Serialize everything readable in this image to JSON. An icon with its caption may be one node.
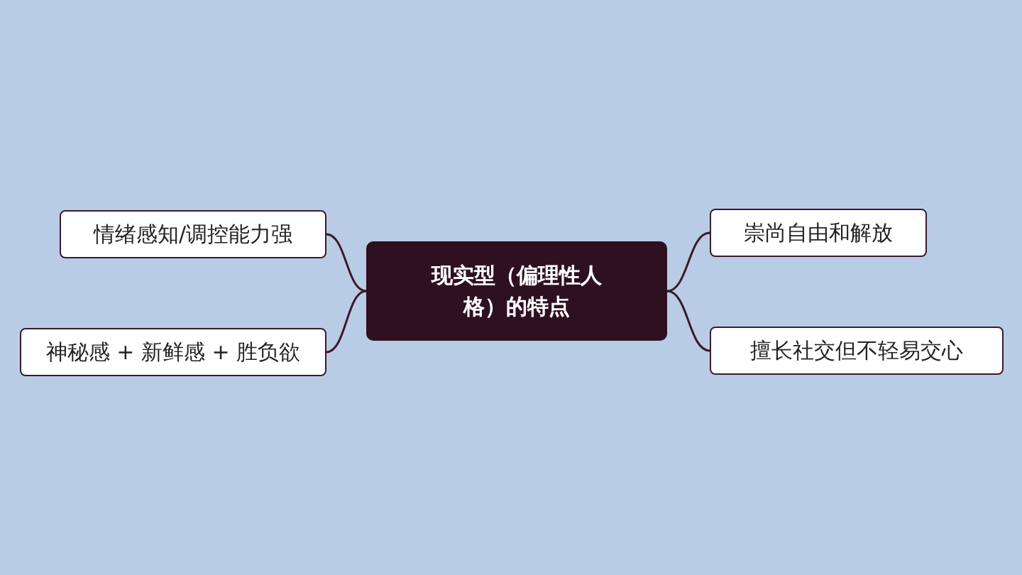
{
  "diagram": {
    "nodes": [
      {
        "text": [
          "现实型（偏理性人格）的特点"
        ]
      },
      {
        "text": [
          "情绪感知/调控能力强"
        ]
      },
      {
        "text": [
          "神秘感 + 新鲜感 + 胜负欲"
        ]
      },
      {
        "text": [
          "崇尚自由和解放"
        ]
      },
      {
        "text": [
          "擅长社交但不轻易交心"
        ]
      }
    ],
    "edges": [
      {
        "from": 0,
        "to": 1,
        "arrow": "none"
      },
      {
        "from": 0,
        "to": 2,
        "arrow": "none"
      },
      {
        "from": 0,
        "to": 3,
        "arrow": "none"
      },
      {
        "from": 0,
        "to": 4,
        "arrow": "none"
      }
    ]
  }
}
